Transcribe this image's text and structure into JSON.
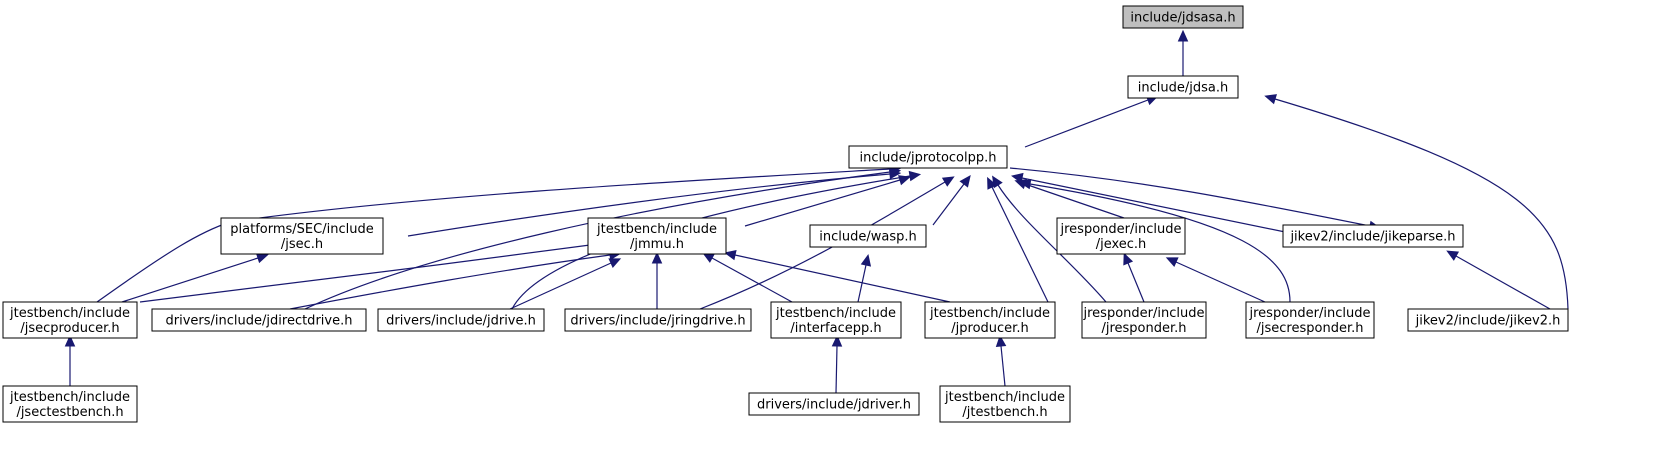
{
  "nodes": [
    {
      "id": "jdsasa",
      "lines": [
        "include/jdsasa.h"
      ],
      "root": true
    },
    {
      "id": "jdsa",
      "lines": [
        "include/jdsa.h"
      ]
    },
    {
      "id": "jprotocolpp",
      "lines": [
        "include/jprotocolpp.h"
      ]
    },
    {
      "id": "jsec",
      "lines": [
        "platforms/SEC/include",
        "/jsec.h"
      ]
    },
    {
      "id": "jmmu",
      "lines": [
        "jtestbench/include",
        "/jmmu.h"
      ]
    },
    {
      "id": "wasp",
      "lines": [
        "include/wasp.h"
      ]
    },
    {
      "id": "jexec",
      "lines": [
        "jresponder/include",
        "/jexec.h"
      ]
    },
    {
      "id": "jikeparse",
      "lines": [
        "jikev2/include/jikeparse.h"
      ]
    },
    {
      "id": "jsecproducer",
      "lines": [
        "jtestbench/include",
        "/jsecproducer.h"
      ]
    },
    {
      "id": "jdirectdrive",
      "lines": [
        "drivers/include/jdirectdrive.h"
      ]
    },
    {
      "id": "jdrive",
      "lines": [
        "drivers/include/jdrive.h"
      ]
    },
    {
      "id": "jringdrive",
      "lines": [
        "drivers/include/jringdrive.h"
      ]
    },
    {
      "id": "interfacepp",
      "lines": [
        "jtestbench/include",
        "/interfacepp.h"
      ]
    },
    {
      "id": "jproducer",
      "lines": [
        "jtestbench/include",
        "/jproducer.h"
      ]
    },
    {
      "id": "jresponder",
      "lines": [
        "jresponder/include",
        "/jresponder.h"
      ]
    },
    {
      "id": "jsecresponder",
      "lines": [
        "jresponder/include",
        "/jsecresponder.h"
      ]
    },
    {
      "id": "jikev2",
      "lines": [
        "jikev2/include/jikev2.h"
      ]
    },
    {
      "id": "jsectestbench",
      "lines": [
        "jtestbench/include",
        "/jsectestbench.h"
      ]
    },
    {
      "id": "jdriver",
      "lines": [
        "drivers/include/jdriver.h"
      ]
    },
    {
      "id": "jtestbench",
      "lines": [
        "jtestbench/include",
        "/jtestbench.h"
      ]
    }
  ],
  "edges": [
    {
      "from": "jdsa",
      "to": "jdsasa"
    },
    {
      "from": "jprotocolpp",
      "to": "jdsa"
    },
    {
      "from": "jikev2",
      "to": "jdsa"
    },
    {
      "from": "jsecproducer",
      "to": "jprotocolpp"
    },
    {
      "from": "jsec",
      "to": "jprotocolpp"
    },
    {
      "from": "jdirectdrive",
      "to": "jprotocolpp"
    },
    {
      "from": "jmmu",
      "to": "jprotocolpp"
    },
    {
      "from": "jdrive",
      "to": "jprotocolpp"
    },
    {
      "from": "jringdrive",
      "to": "jprotocolpp"
    },
    {
      "from": "wasp",
      "to": "jprotocolpp"
    },
    {
      "from": "jproducer",
      "to": "jprotocolpp"
    },
    {
      "from": "jresponder",
      "to": "jprotocolpp"
    },
    {
      "from": "jexec",
      "to": "jprotocolpp"
    },
    {
      "from": "jsecresponder",
      "to": "jprotocolpp"
    },
    {
      "from": "jikeparse",
      "to": "jprotocolpp"
    },
    {
      "from": "jprotocolpp",
      "to": "jikeparse"
    },
    {
      "from": "jsecproducer",
      "to": "jsec"
    },
    {
      "from": "jsecproducer",
      "to": "jmmu"
    },
    {
      "from": "jdirectdrive",
      "to": "jmmu"
    },
    {
      "from": "jdrive",
      "to": "jmmu"
    },
    {
      "from": "jringdrive",
      "to": "jmmu"
    },
    {
      "from": "interfacepp",
      "to": "jmmu"
    },
    {
      "from": "jproducer",
      "to": "jmmu"
    },
    {
      "from": "interfacepp",
      "to": "wasp"
    },
    {
      "from": "jresponder",
      "to": "jexec"
    },
    {
      "from": "jsecresponder",
      "to": "jexec"
    },
    {
      "from": "jikev2",
      "to": "jikeparse"
    },
    {
      "from": "jsectestbench",
      "to": "jsecproducer"
    },
    {
      "from": "jdriver",
      "to": "interfacepp"
    },
    {
      "from": "jtestbench",
      "to": "jproducer"
    }
  ]
}
